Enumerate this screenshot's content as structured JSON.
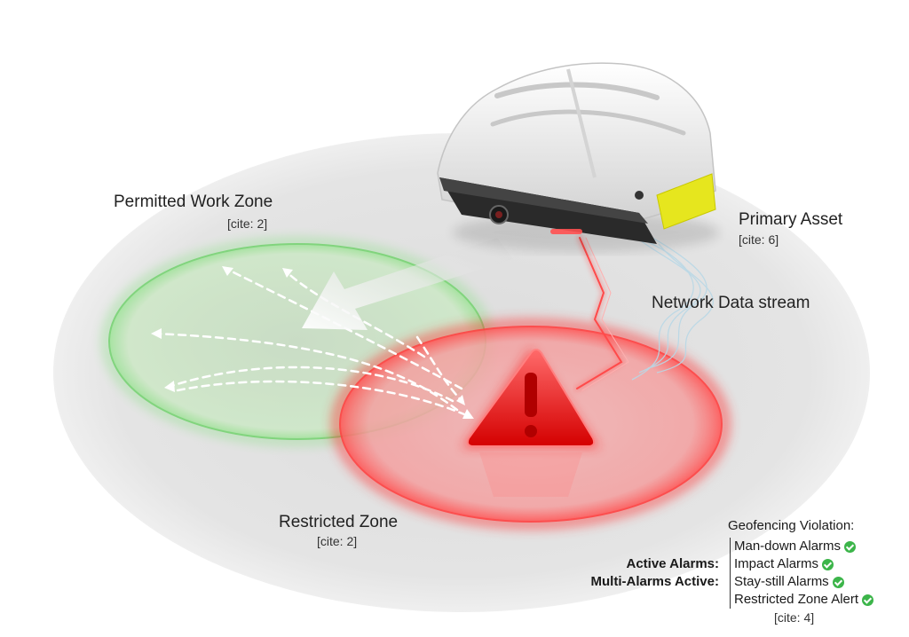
{
  "labels": {
    "permitted_zone": "Permitted Work Zone",
    "permitted_cite": "[cite: 2]",
    "primary_asset": "Primary Asset",
    "primary_cite": "[cite: 6]",
    "network_stream": "Network Data stream",
    "restricted_zone": "Restricted Zone",
    "restricted_cite": "[cite: 2]"
  },
  "alarms": {
    "title": "Geofencing Violation:",
    "active_label": "Active Alarms:",
    "multi_label": "Multi-Alarms Active:",
    "items": [
      "Man-down Alarms",
      "Impact Alarms",
      "Stay-still Alarms",
      "Restricted Zone Alert"
    ],
    "cite": "[cite: 4]"
  },
  "colors": {
    "permitted": "#6fcf6f",
    "restricted": "#ff3030",
    "floor": "#e6e6e6",
    "check": "#3cb54a"
  }
}
